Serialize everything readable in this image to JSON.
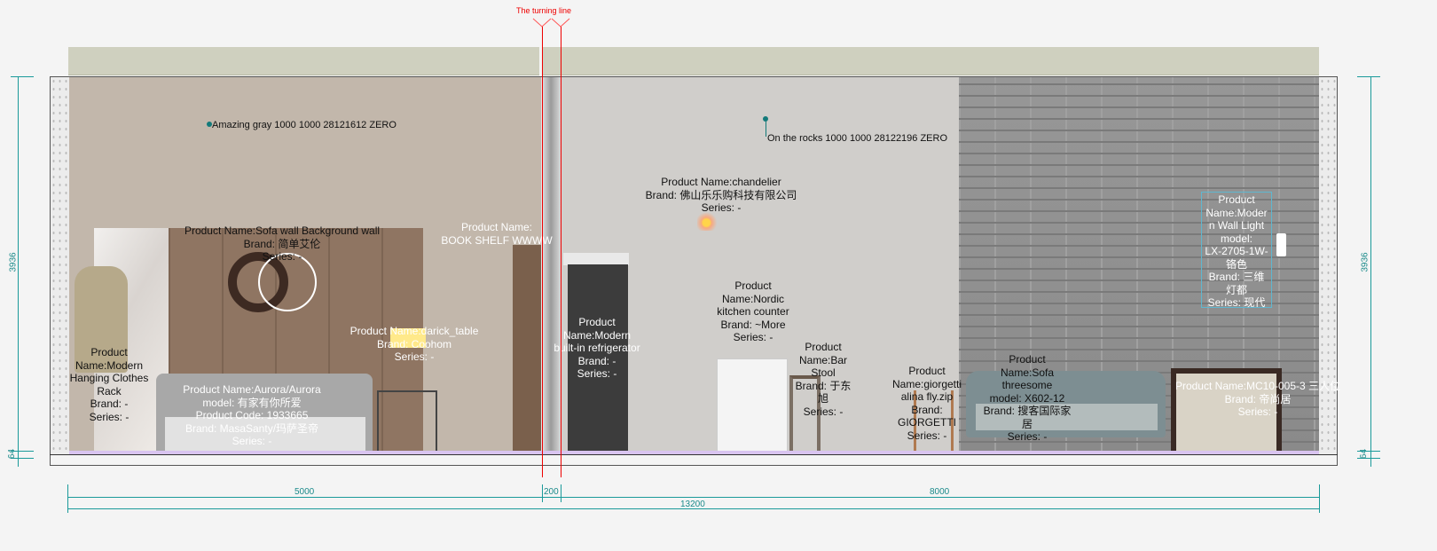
{
  "turning_line_label": "The turning line",
  "materials": [
    {
      "label": "Amazing gray 1000 1000 28121612 ZERO"
    },
    {
      "label": "On the rocks 1000 1000 28122196 ZERO"
    }
  ],
  "products": [
    {
      "lines": [
        "Product Name:Sofa wall Background wall",
        "Brand: 简单艾伦",
        "Series: -"
      ]
    },
    {
      "lines": [
        "Product Name:",
        "BOOK SHELF WWWW"
      ]
    },
    {
      "lines": [
        "Product",
        "Name:Modern",
        "Hanging Clothes",
        "Rack",
        "Brand: -",
        "Series: -"
      ]
    },
    {
      "lines": [
        "Product Name:Aurora/Aurora",
        "model: 有家有你所爱",
        "Product Code: 1933665",
        "Brand: MasaSanty/玛萨圣帝",
        "Series: -"
      ]
    },
    {
      "lines": [
        "Product Name:darick_table",
        "Brand: Coohom",
        "Series: -"
      ]
    },
    {
      "lines": [
        "Product Name:chandelier",
        "Brand: 佛山乐乐购科技有限公司",
        "Series: -"
      ]
    },
    {
      "lines": [
        "Product",
        "Name:Modern",
        "built-in refrigerator",
        "Brand: -",
        "Series: -"
      ]
    },
    {
      "lines": [
        "Product",
        "Name:Nordic",
        "kitchen counter",
        "Brand: ~More",
        "Series: -"
      ]
    },
    {
      "lines": [
        "Product",
        "Name:Bar",
        "Stool",
        "Brand: 于东",
        "旭",
        "Series: -"
      ]
    },
    {
      "lines": [
        "Product",
        "Name:giorgetti",
        "alina fly.zip",
        "Brand:",
        "GIORGETTI",
        "Series: -"
      ]
    },
    {
      "lines": [
        "Product",
        "Name:Sofa",
        "threesome",
        "model: X602-12",
        "Brand: 搜客国际家",
        "居",
        "Series: -"
      ]
    },
    {
      "lines": [
        "Product",
        "Name:Moder",
        "n Wall Light",
        "model:",
        "LX-2705-1W-",
        "铬色",
        "Brand: 三维",
        "灯都",
        "Series: 现代"
      ]
    },
    {
      "lines": [
        "Product Name:MC10-005-3 三人位",
        "Brand: 帝尚居",
        "Series: -"
      ]
    }
  ],
  "dimensions": {
    "height_left": "3936",
    "height_right": "3936",
    "base_left": "64",
    "base_right": "64",
    "segment_1": "5000",
    "segment_2": "200",
    "segment_3": "8000",
    "total": "13200"
  },
  "colors": {
    "dimension": "#1a9a9a",
    "turning_line": "#e00000"
  }
}
